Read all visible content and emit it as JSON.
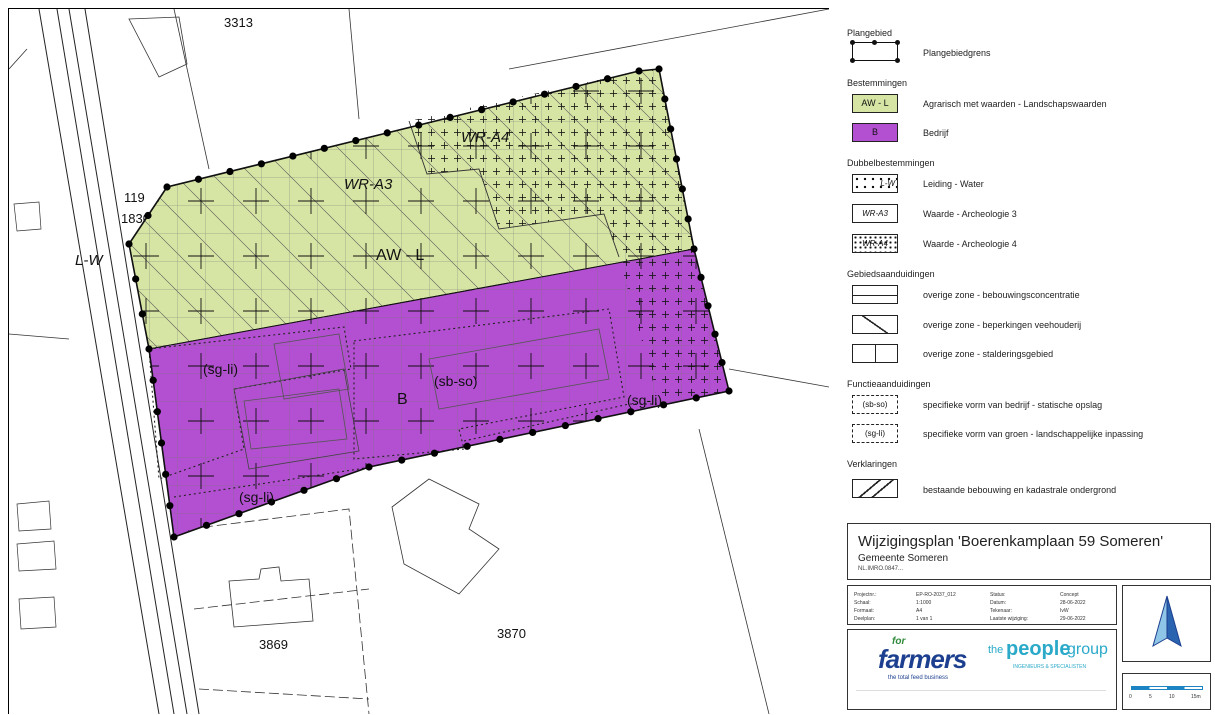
{
  "map": {
    "parcels": [
      "3313",
      "3869",
      "3870"
    ],
    "house_number": "119",
    "house_sub": "1830",
    "labels": {
      "agrarisch": "AW - L",
      "bedrijf": "B",
      "wr_a3": "WR-A3",
      "wr_a4": "WR-A4",
      "leiding": "L-W",
      "sb_so": "(sb-so)",
      "sg_li_1": "(sg-li)",
      "sg_li_2": "(sg-li)",
      "sg_li_3": "(sg-li)"
    }
  },
  "legend": {
    "plangebied": {
      "section": "Plangebied",
      "item": "Plangebiedgrens"
    },
    "bestemmingen": {
      "section": "Bestemmingen",
      "items": [
        {
          "code": "AW - L",
          "label": "Agrarisch met waarden - Landschapswaarden",
          "color": "#d6e4a4"
        },
        {
          "code": "B",
          "label": "Bedrijf",
          "color": "#b34fd1"
        }
      ]
    },
    "dubbel": {
      "section": "Dubbelbestemmingen",
      "items": [
        {
          "code": "L-W",
          "label": "Leiding - Water"
        },
        {
          "code": "WR-A3",
          "label": "Waarde - Archeologie 3"
        },
        {
          "code": "WR-A4",
          "label": "Waarde - Archeologie 4"
        }
      ]
    },
    "gebied": {
      "section": "Gebiedsaanduidingen",
      "items": [
        {
          "label": "overige zone - bebouwingsconcentratie"
        },
        {
          "label": "overige zone - beperkingen veehouderij"
        },
        {
          "label": "overige zone - stalderingsgebied"
        }
      ]
    },
    "functie": {
      "section": "Functieaanduidingen",
      "items": [
        {
          "code": "(sb-so)",
          "label": "specifieke vorm van bedrijf - statische opslag"
        },
        {
          "code": "(sg-li)",
          "label": "specifieke vorm van groen - landschappelijke inpassing"
        }
      ]
    },
    "verklaringen": {
      "section": "Verklaringen",
      "item": "bestaande bebouwing en kadastrale ondergrond"
    }
  },
  "titleblock": {
    "title": "Wijzigingsplan 'Boerenkamplaan 59 Someren'",
    "municipality": "Gemeente Someren",
    "id": "NL.IMRO.0847...",
    "info": [
      {
        "k": "Projectnr.:",
        "v": "EP-RO-2037_012"
      },
      {
        "k": "Schaal:",
        "v": "1:1000"
      },
      {
        "k": "Formaat:",
        "v": "A4"
      },
      {
        "k": "Deelplan:",
        "v": "1 van 1"
      }
    ],
    "info2": [
      {
        "k": "Status:",
        "v": "Concept"
      },
      {
        "k": "Datum:",
        "v": "28-06-2022"
      },
      {
        "k": "Tekenaar:",
        "v": "IvW"
      },
      {
        "k": "Laatste wijziging:",
        "v": "29-06-2022"
      }
    ],
    "logo1_for": "for",
    "logo1_main": "farmers",
    "logo1_tag": "the total feed business",
    "logo2_the": "the",
    "logo2_people": "people",
    "logo2_group": "group",
    "logo2_tag": "INGENIEURS & SPECIALISTEN",
    "scale_ticks": [
      "0",
      "5",
      "10",
      "15m"
    ],
    "colors": {
      "primary_green": "#2f8b3b",
      "primary_blue": "#1d3f8f",
      "teal": "#2aa9c9",
      "scalebar": "#1d84c4"
    }
  }
}
